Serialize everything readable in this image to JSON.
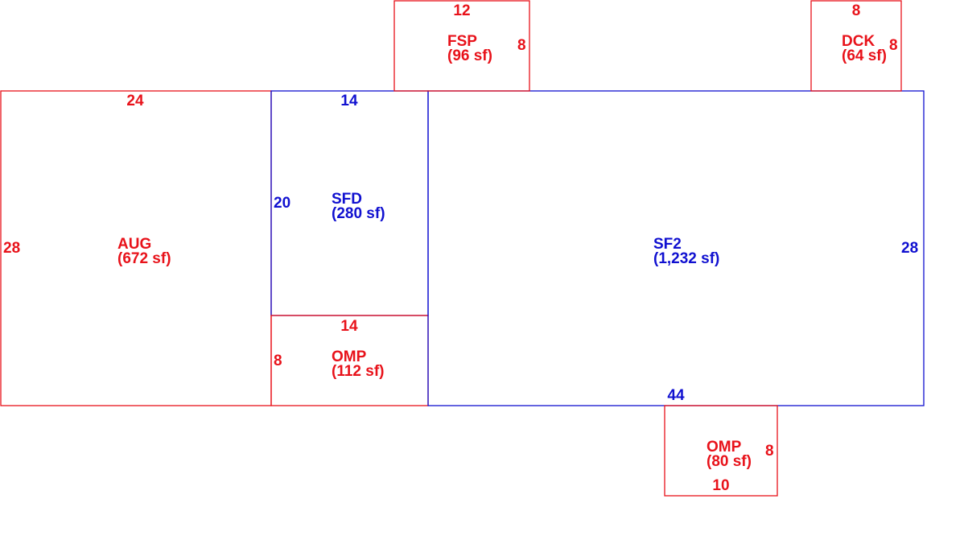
{
  "colors": {
    "red": "#e8121a",
    "blue": "#1010d0"
  },
  "areas": {
    "aug": {
      "code": "AUG",
      "area": "(672 sf)",
      "top": "24",
      "side": "28"
    },
    "sfd": {
      "code": "SFD",
      "area": "(280 sf)",
      "top": "14",
      "side": "20"
    },
    "omp_mid": {
      "code": "OMP",
      "area": "(112 sf)",
      "top": "14",
      "side": "8"
    },
    "sf2": {
      "code": "SF2",
      "area": "(1,232 sf)",
      "bottom": "44",
      "side": "28"
    },
    "fsp": {
      "code": "FSP",
      "area": "(96 sf)",
      "top": "12",
      "side": "8"
    },
    "dck": {
      "code": "DCK",
      "area": "(64 sf)",
      "top": "8",
      "side": "8"
    },
    "omp_bottom": {
      "code": "OMP",
      "area": "(80 sf)",
      "bottom": "10",
      "side": "8"
    }
  }
}
